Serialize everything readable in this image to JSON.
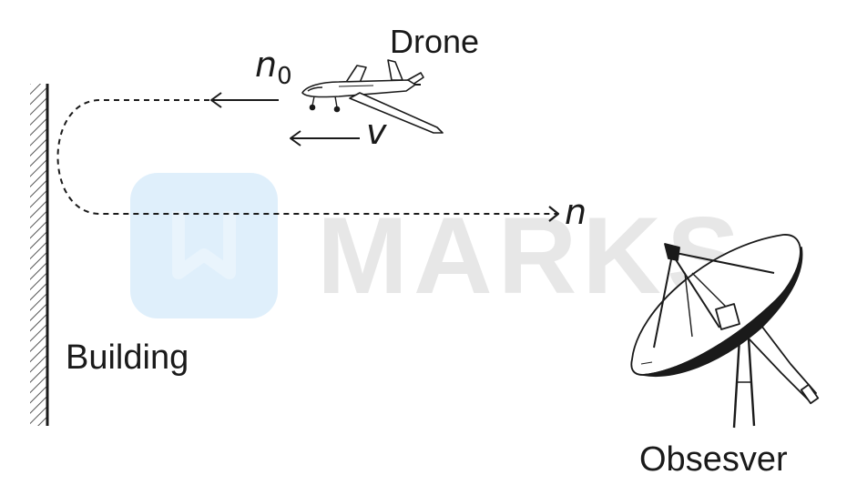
{
  "labels": {
    "drone": "Drone",
    "n0_base": "n",
    "n0_sub": "0",
    "v": "v",
    "n": "n",
    "building": "Building",
    "observer": "Obsesver",
    "watermark": "MARKS"
  },
  "colors": {
    "line": "#1a1a1a",
    "watermark_text": "#e7e7e7",
    "watermark_logo": "#d9ecfa",
    "hatch": "#555555"
  },
  "icons": {
    "drone": "drone-icon",
    "dish": "satellite-dish-icon",
    "logo": "bookmark-logo-icon"
  }
}
